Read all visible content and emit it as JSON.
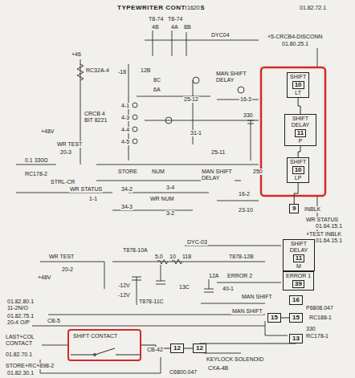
{
  "diagram": {
    "title": "TYPEWRITER CONTROLS",
    "nodes": [
      {
        "text": [
          "SHIFT",
          "10",
          "LT"
        ]
      },
      {
        "text": [
          "SHIFT DELAY",
          "11",
          "P"
        ]
      },
      {
        "text": [
          "SHIFT",
          "10",
          "LP"
        ]
      },
      {
        "text": [
          "9"
        ]
      },
      {
        "text": [
          "SHIFT DELAY",
          "11",
          "M"
        ]
      },
      {
        "text": [
          "ERROR 1",
          "39"
        ]
      },
      {
        "text": [
          "16"
        ]
      },
      {
        "text": [
          "15"
        ]
      },
      {
        "text": [
          "15"
        ]
      },
      {
        "text": [
          "SHIFT CONTACT"
        ]
      },
      {
        "text": [
          "12"
        ]
      },
      {
        "text": [
          "12"
        ]
      },
      {
        "text": [
          "13"
        ]
      }
    ],
    "edges": [
      {
        "from": 0,
        "to": 1,
        "arrow": "none"
      },
      {
        "from": 1,
        "to": 2,
        "arrow": "none"
      },
      {
        "from": 2,
        "to": 3,
        "arrow": "none"
      },
      {
        "from": 7,
        "to": 8,
        "arrow": "none"
      },
      {
        "from": 9,
        "to": 10,
        "arrow": "none"
      },
      {
        "from": 10,
        "to": 11,
        "arrow": "none"
      },
      {
        "from": 11,
        "to": 12,
        "arrow": "none"
      }
    ],
    "labels": [
      "1620",
      "01.82.72.1",
      "T8-74",
      "T8-74",
      "4B",
      "4A",
      "8B",
      "DYC04",
      "+5-CRCB4-DISCONN",
      "01.80.25.1",
      "+46",
      "RC32A-4",
      "-18",
      "12B",
      "8C",
      "6A",
      "MAN SHIFT DELAY",
      "25-12",
      "16-3",
      "CRCB 4 BIT 8221",
      "+48V",
      "4-1",
      "4-3",
      "4-4",
      "4-5",
      "31-1",
      "25-11",
      "330",
      "250",
      "WR TEST",
      "20-3",
      "0.1 330Ω",
      "RC178-2",
      "STRL-CR",
      "WR STATUS",
      "1-1",
      "STORE",
      "NUM",
      "3-4",
      "34-2",
      "WR NUM",
      "34-3",
      "3-2",
      "MAN SHIFT DELAY",
      "16-2",
      "23-10",
      "INBLK",
      "WR STATUS",
      "01.64.15.1",
      "+TEST INBLK",
      "01.64.15.1",
      "DYC-03",
      "WR TEST",
      "20-2",
      "+48V",
      "T878-10A",
      "5.0",
      "10",
      "118",
      "T878-12B",
      "-12V",
      "-12V",
      "T878-11C",
      "13C",
      "12A",
      "ERROR 2",
      "40-1",
      "MAN SHIFT",
      "P6808.047",
      "RC188-1",
      "MAN SHIFT",
      "01.82.80.1",
      "11-2N/O",
      "01.82.75.1",
      "20-4 O/P",
      "CB-5",
      "LAST+COL CONTACT",
      "01.82.70.1",
      "CB-42",
      "KEYLOCK SOLENOID",
      "CXA-4B",
      "330",
      "RC178-1",
      "STORE+RC+898-2",
      "01.82.30.1",
      "C6800.047"
    ]
  }
}
